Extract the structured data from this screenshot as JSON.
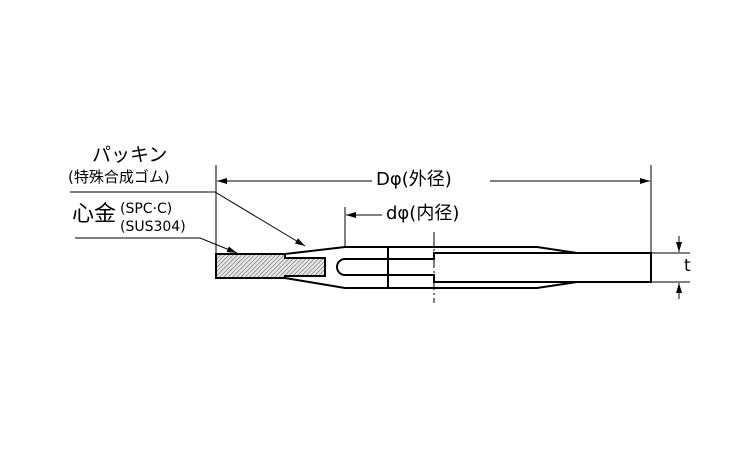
{
  "labels": {
    "packing": "パッキン",
    "packing_material": "(特殊合成ゴム)",
    "core": "心金",
    "core_material_1": "(SPC·C)",
    "core_material_2": "(SUS304)",
    "outer_diameter": "Dφ(外径)",
    "inner_diameter": "dφ(内径)",
    "thickness": "t"
  },
  "colors": {
    "line": "#000000",
    "hatch_bg": "#e6e6e6"
  }
}
